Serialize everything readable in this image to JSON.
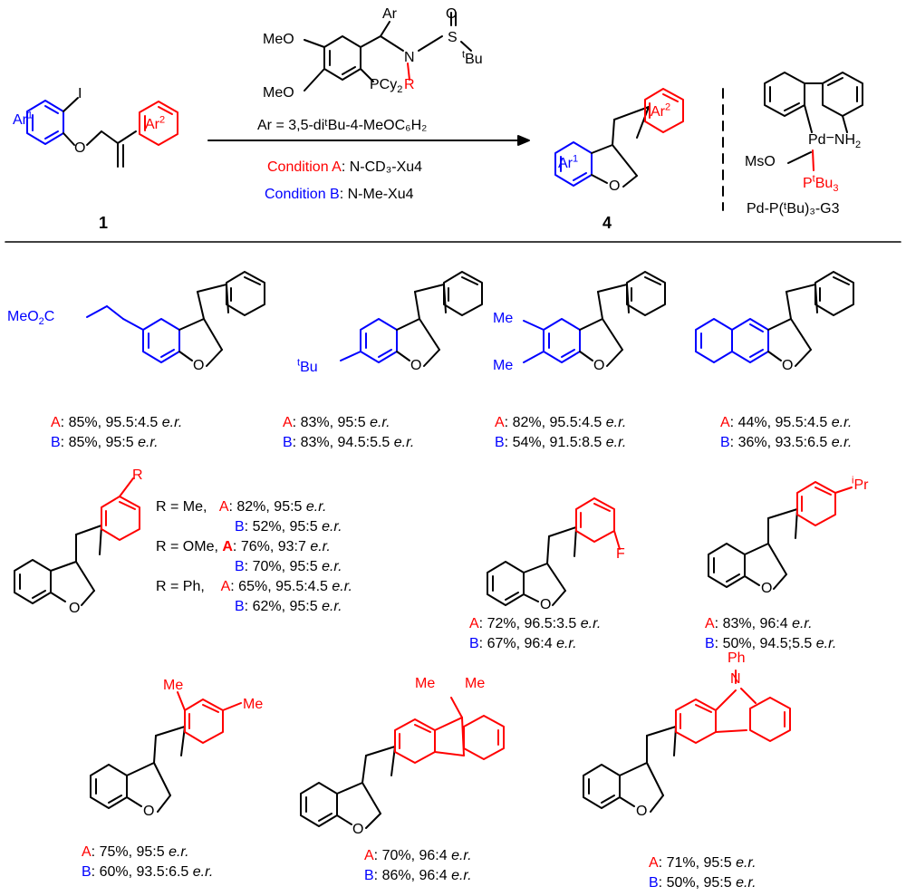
{
  "reaction": {
    "compound_start_label": "1",
    "compound_product_label": "4",
    "ar_definition": "Ar = 3,5-diᵗBu-4-MeOC₆H₂",
    "condition_a_label": "Condition A",
    "condition_a_text": ": N-CD₃-Xu4",
    "condition_b_label": "Condition B",
    "condition_b_text": ": N-Me-Xu4",
    "catalyst_name": "Pd-P(ᵗBu)₃-G3",
    "colors": {
      "condition_a": "#ff0000",
      "condition_b": "#0000ff"
    }
  },
  "products": [
    {
      "id": "p1",
      "a": {
        "yield": "85%",
        "er": "95.5:4.5"
      },
      "b": {
        "yield": "85%",
        "er": "95:5"
      }
    },
    {
      "id": "p2",
      "a": {
        "yield": "83%",
        "er": "95:5"
      },
      "b": {
        "yield": "83%",
        "er": "94.5:5.5"
      }
    },
    {
      "id": "p3",
      "a": {
        "yield": "82%",
        "er": "95.5:4.5"
      },
      "b": {
        "yield": "54%",
        "er": "91.5:8.5"
      }
    },
    {
      "id": "p4",
      "a": {
        "yield": "44%",
        "er": "95.5:4.5"
      },
      "b": {
        "yield": "36%",
        "er": "93.5:6.5"
      }
    },
    {
      "id": "p5-Me",
      "r": "Me",
      "a": {
        "yield": "82%",
        "er": "95:5"
      },
      "b": {
        "yield": "52%",
        "er": "95:5"
      }
    },
    {
      "id": "p5-OMe",
      "r": "OMe",
      "a": {
        "yield": "76%",
        "er": "93:7"
      },
      "b": {
        "yield": "70%",
        "er": "95:5"
      }
    },
    {
      "id": "p5-Ph",
      "r": "Ph",
      "a": {
        "yield": "65%",
        "er": "95.5:4.5"
      },
      "b": {
        "yield": "62%",
        "er": "95:5"
      }
    },
    {
      "id": "p6",
      "a": {
        "yield": "72%",
        "er": "96.5:3.5"
      },
      "b": {
        "yield": "67%",
        "er": "96:4"
      }
    },
    {
      "id": "p7",
      "a": {
        "yield": "83%",
        "er": "96:4"
      },
      "b": {
        "yield": "50%",
        "er": "94.5;5.5"
      }
    },
    {
      "id": "p8",
      "a": {
        "yield": "75%",
        "er": "95:5"
      },
      "b": {
        "yield": "60%",
        "er": "93.5:6.5"
      }
    },
    {
      "id": "p9",
      "a": {
        "yield": "70%",
        "er": "96:4"
      },
      "b": {
        "yield": "86%",
        "er": "96:4"
      }
    },
    {
      "id": "p10",
      "a": {
        "yield": "71%",
        "er": "95:5"
      },
      "b": {
        "yield": "50%",
        "er": "95:5"
      }
    }
  ]
}
